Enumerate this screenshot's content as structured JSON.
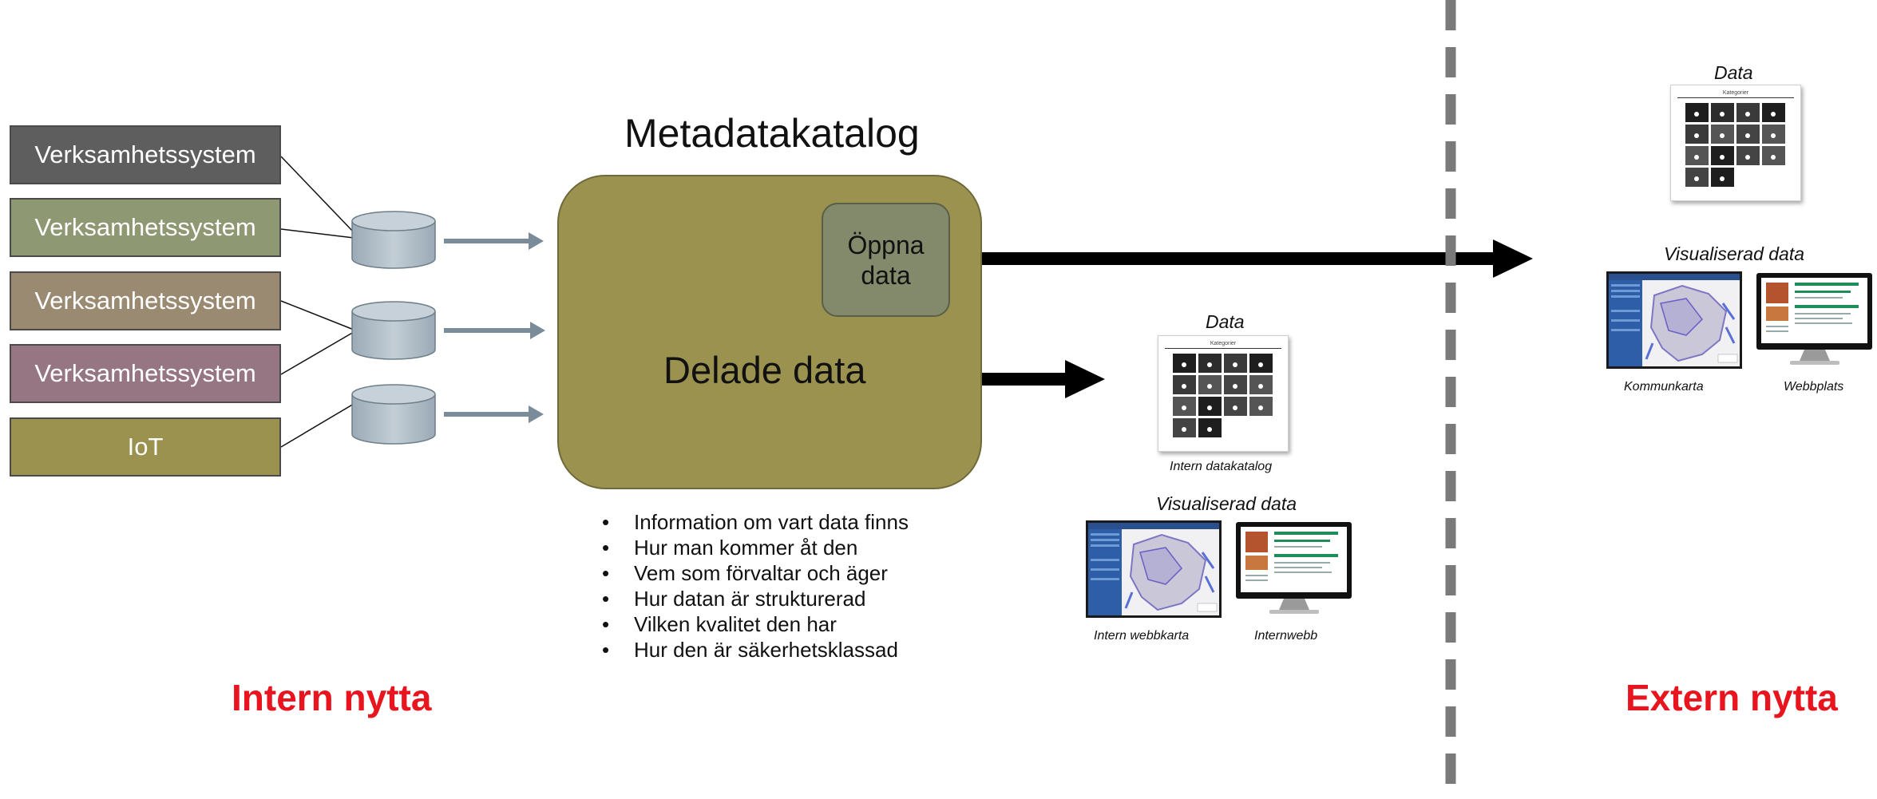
{
  "systems": [
    {
      "label": "Verksamhetssystem",
      "color": "#5e5e5e"
    },
    {
      "label": "Verksamhetssystem",
      "color": "#8e9872"
    },
    {
      "label": "Verksamhetssystem",
      "color": "#9a8a72"
    },
    {
      "label": "Verksamhetssystem",
      "color": "#977684"
    },
    {
      "label": "IoT",
      "color": "#9b924f"
    }
  ],
  "catalog": {
    "title": "Metadatakatalog",
    "open_data": "Öppna data",
    "shared_data": "Delade data",
    "bullets": [
      "Information om vart data finns",
      "Hur man kommer åt den",
      "Vem som förvaltar och äger",
      "Hur datan är strukturerad",
      "Vilken kvalitet den har",
      "Hur den är säkerhetsklassad"
    ]
  },
  "internal": {
    "data_heading": "Data",
    "catalog_header": "Kategorier",
    "catalog_caption": "Intern datakatalog",
    "visual_heading": "Visualiserad data",
    "map_caption": "Intern webbkarta",
    "web_caption": "Internwebb",
    "benefit": "Intern nytta"
  },
  "external": {
    "data_heading": "Data",
    "catalog_header": "Kategorier",
    "visual_heading": "Visualiserad data",
    "map_caption": "Kommunkarta",
    "web_caption": "Webbplats",
    "benefit": "Extern nytta"
  },
  "colors": {
    "arrow_small": "#7a8c99",
    "arrow_big": "#000000",
    "divider": "#7a7a7a",
    "benefit": "#e8141e",
    "cylinder": "#aebbc5"
  }
}
